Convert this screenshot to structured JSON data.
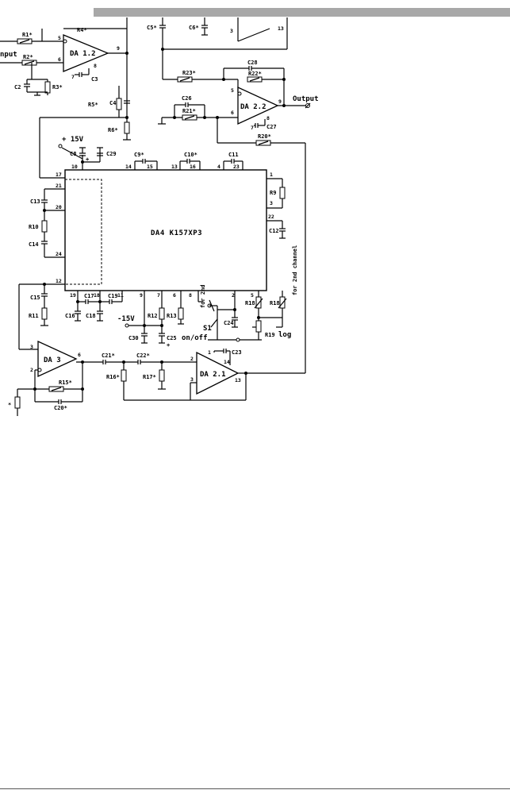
{
  "labels": {
    "input": "nput",
    "output": "Output",
    "plus15": "+ 15V",
    "minus15": "-15V",
    "onoff": "on/off",
    "log": "log",
    "for2nd_a": "for 2nd",
    "for2nd_b": "for 2nd channel",
    "chip": "DA4 K157XP3",
    "da12": "DA 1.2",
    "da22": "DA 2.2",
    "da21": "DA 2.1",
    "da3": "DA 3",
    "s1": "S1"
  },
  "parts": {
    "r1": "R1",
    "r2": "R2",
    "r3": "R3",
    "r4": "R4",
    "r5": "R5",
    "r6": "R6",
    "r9": "R9",
    "r10": "R10",
    "r11": "R11",
    "r12": "R12",
    "r13": "R13",
    "r15": "R15",
    "r16": "R16",
    "r17": "R17",
    "r18": "R18",
    "r18b": "R18",
    "r19": "R19",
    "r20": "R20",
    "r21": "R21",
    "r22": "R22",
    "r23": "R23",
    "c2": "C2",
    "c3": "C3",
    "c4": "C4",
    "c5": "C5",
    "c6": "C6",
    "c8": "C8",
    "c9": "C9",
    "c10": "C10",
    "c11": "C11",
    "c12": "C12",
    "c13": "C13",
    "c14": "C14",
    "c15": "C15",
    "c16": "C16",
    "c17": "C17",
    "c18": "C18",
    "c19": "C19",
    "c20": "C20",
    "c21": "C21",
    "c22": "C22",
    "c23": "C23",
    "c24": "C24",
    "c25": "C25",
    "c26": "C26",
    "c27": "C27",
    "c28": "C28",
    "c29": "C29",
    "c30": "C30"
  },
  "star": "*",
  "pins": {
    "p1": "1",
    "p2": "2",
    "p3": "3",
    "p4": "4",
    "p5": "5",
    "p6": "6",
    "p7": "7",
    "p8": "8",
    "p9": "9",
    "p10": "10",
    "p11": "11",
    "p12": "12",
    "p13": "13",
    "p14": "14",
    "p15": "15",
    "p16": "16",
    "p17": "17",
    "p18": "18",
    "p19": "19",
    "p20": "20",
    "p21": "21",
    "p22": "22",
    "p23": "23",
    "p24": "24"
  }
}
